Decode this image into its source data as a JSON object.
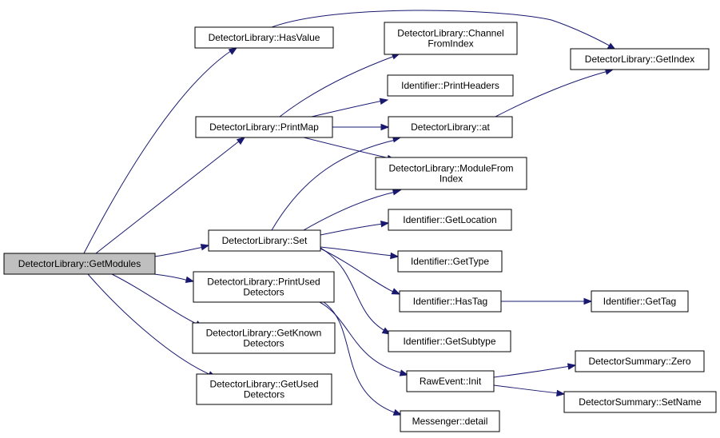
{
  "graph": {
    "edge_color": "#191970",
    "root_fill": "#bfbfbf",
    "nodes": {
      "getmodules": [
        "DetectorLibrary::GetModules"
      ],
      "hasvalue": [
        "DetectorLibrary::HasValue"
      ],
      "printmap": [
        "DetectorLibrary::PrintMap"
      ],
      "set": [
        "DetectorLibrary::Set"
      ],
      "printused": [
        "DetectorLibrary::PrintUsed",
        "Detectors"
      ],
      "getknown": [
        "DetectorLibrary::GetKnown",
        "Detectors"
      ],
      "getused": [
        "DetectorLibrary::GetUsed",
        "Detectors"
      ],
      "channel": [
        "DetectorLibrary::Channel",
        "FromIndex"
      ],
      "printheaders": [
        "Identifier::PrintHeaders"
      ],
      "at": [
        "DetectorLibrary::at"
      ],
      "modulefrom": [
        "DetectorLibrary::ModuleFrom",
        "Index"
      ],
      "getlocation": [
        "Identifier::GetLocation"
      ],
      "gettype": [
        "Identifier::GetType"
      ],
      "hastag": [
        "Identifier::HasTag"
      ],
      "getsubtype": [
        "Identifier::GetSubtype"
      ],
      "rawinit": [
        "RawEvent::Init"
      ],
      "detail": [
        "Messenger::detail"
      ],
      "getindex": [
        "DetectorLibrary::GetIndex"
      ],
      "gettag": [
        "Identifier::GetTag"
      ],
      "zero": [
        "DetectorSummary::Zero"
      ],
      "setname": [
        "DetectorSummary::SetName"
      ]
    },
    "edges": [
      [
        "getmodules",
        "hasvalue"
      ],
      [
        "getmodules",
        "printmap"
      ],
      [
        "getmodules",
        "set"
      ],
      [
        "getmodules",
        "printused"
      ],
      [
        "getmodules",
        "getknown"
      ],
      [
        "getmodules",
        "getused"
      ],
      [
        "hasvalue",
        "getindex"
      ],
      [
        "printmap",
        "channel"
      ],
      [
        "printmap",
        "printheaders"
      ],
      [
        "printmap",
        "at"
      ],
      [
        "printmap",
        "modulefrom"
      ],
      [
        "set",
        "at"
      ],
      [
        "set",
        "modulefrom"
      ],
      [
        "set",
        "getlocation"
      ],
      [
        "set",
        "gettype"
      ],
      [
        "set",
        "hastag"
      ],
      [
        "set",
        "getsubtype"
      ],
      [
        "printused",
        "rawinit"
      ],
      [
        "printused",
        "detail"
      ],
      [
        "at",
        "getindex"
      ],
      [
        "hastag",
        "gettag"
      ],
      [
        "rawinit",
        "zero"
      ],
      [
        "rawinit",
        "setname"
      ]
    ]
  }
}
